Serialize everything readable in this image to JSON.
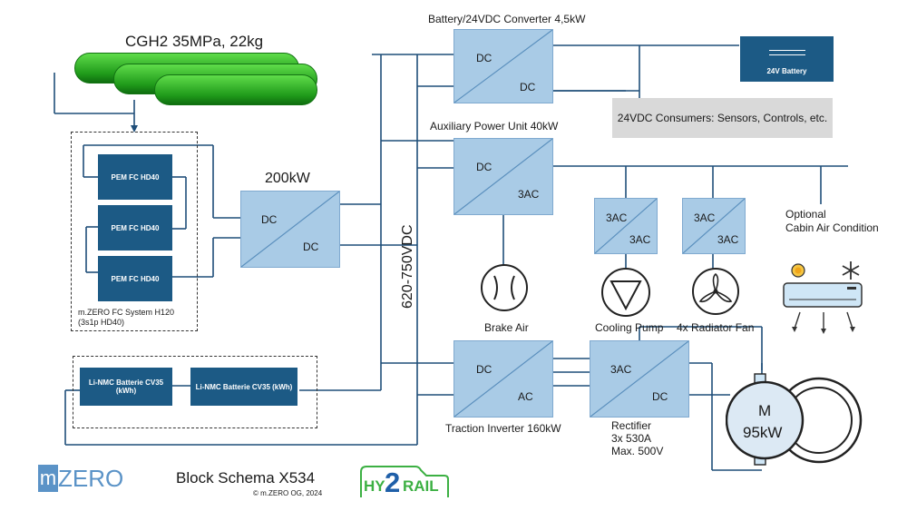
{
  "tank_label": "CGH2 35MPa, 22kg",
  "fc_system": {
    "modules": [
      "PEM FC HD40",
      "PEM FC HD40",
      "PEM FC HD40"
    ],
    "caption_line1": "m.ZERO FC System  H120",
    "caption_line2": "(3s1p HD40)"
  },
  "dcdc_main": {
    "title": "200kW",
    "in": "DC",
    "out": "DC"
  },
  "batteries": [
    "Li-NMC Batterie CV35 (kWh)",
    "Li-NMC Batterie CV35 (kWh)"
  ],
  "bus_label": "620-750VDC",
  "converter_24v": {
    "title": "Battery/24VDC Converter 4,5kW",
    "in": "DC",
    "out": "DC"
  },
  "battery_24v": "24V Battery",
  "consumers_24v": "24VDC Consumers: Sensors, Controls, etc.",
  "apu": {
    "title": "Auxiliary Power Unit 40kW",
    "in": "DC",
    "out": "3AC"
  },
  "pump_converter": {
    "in": "3AC",
    "out": "3AC"
  },
  "fan_converter": {
    "in": "3AC",
    "out": "3AC"
  },
  "cabin_label_line1": "Optional",
  "cabin_label_line2": "Cabin Air Condition",
  "brake_air": "Brake Air",
  "cooling_pump": "Cooling Pump",
  "radiator_fan": "4x Radiator Fan",
  "traction_inverter": {
    "title": "Traction Inverter 160kW",
    "in": "DC",
    "out": "AC"
  },
  "rectifier": {
    "in": "3AC",
    "out": "DC",
    "line1": "Rectifier",
    "line2": "3x 530A",
    "line3": "Max. 500V"
  },
  "motor": {
    "letter": "M",
    "power": "95kW"
  },
  "footer": {
    "logo_m": "m",
    "logo_zero": "ZERO",
    "schema_title": "Block Schema X534",
    "copyright": "© m.ZERO OG, 2024",
    "hy2rail_hy": "HY",
    "hy2rail_2": "2",
    "hy2rail_rail": "RAIL"
  },
  "colors": {
    "line": "#1f4e79",
    "converter_fill": "#a9cbe6",
    "dark_box": "#1c5a85",
    "tank_green": "#22a31c",
    "hy2rail_green": "#3cb043"
  },
  "icons": [
    "sun-icon",
    "snowflake-icon",
    "fan-icon",
    "pump-icon",
    "compressor-icon"
  ]
}
